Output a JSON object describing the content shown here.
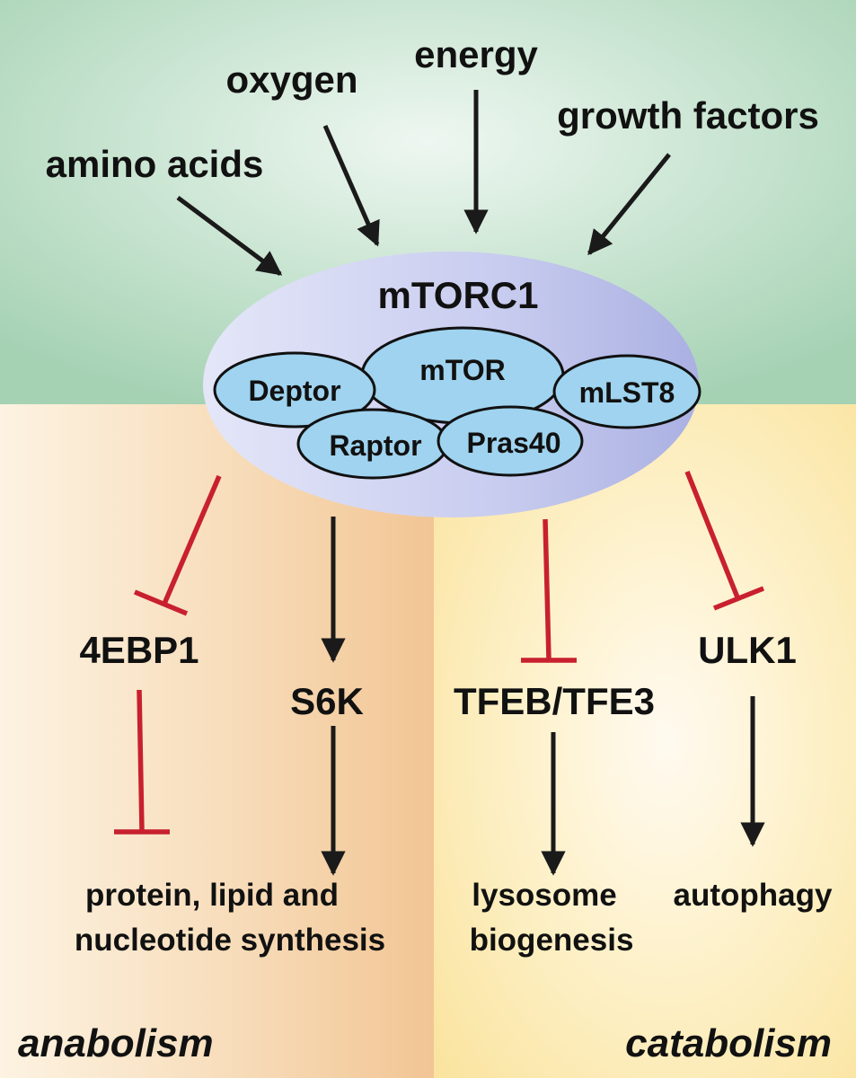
{
  "inputs": {
    "energy": "energy",
    "oxygen": "oxygen",
    "growth_factors": "growth factors",
    "amino_acids": "amino acids"
  },
  "complex": {
    "name": "mTORC1",
    "subunits": {
      "mtor": "mTOR",
      "deptor": "Deptor",
      "mlst8": "mLST8",
      "raptor": "Raptor",
      "pras40": "Pras40"
    }
  },
  "targets": {
    "eif4ebp1": "4EBP1",
    "s6k": "S6K",
    "tfeb_tfe3": "TFEB/TFE3",
    "ulk1": "ULK1"
  },
  "processes": {
    "synthesis": [
      "protein, lipid and",
      "nucleotide synthesis"
    ],
    "lysosome": [
      "lysosome",
      "biogenesis"
    ],
    "autophagy": "autophagy"
  },
  "sides": {
    "anabolism": "anabolism",
    "catabolism": "catabolism"
  },
  "legend_colors": {
    "activation": "#1a1a1a",
    "inhibition": "#c8202e",
    "top_background": "#a9d3b6",
    "anabolic_background": "#f3c99a",
    "catabolic_background": "#fbe7a6",
    "complex_fill": "#c3c9ee",
    "subunit_fill": "#9fd3ef"
  }
}
